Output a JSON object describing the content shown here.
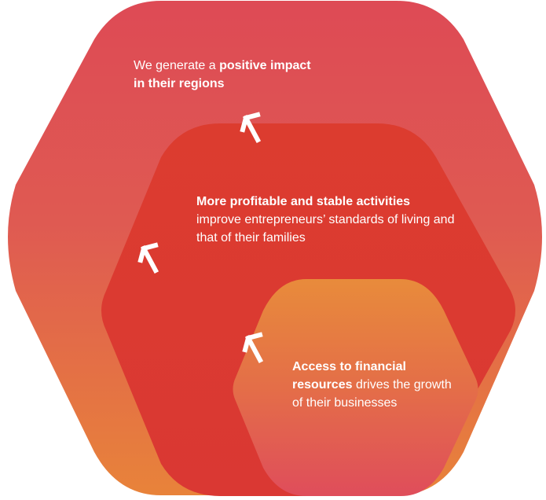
{
  "colors": {
    "outer_top": "#de4a55",
    "outer_bottom": "#e8833a",
    "middle": "#db3a2c",
    "inner_top": "#e88a3c",
    "inner_bottom": "#e0505a",
    "text": "#ffffff",
    "arrow": "#ffffff"
  },
  "icons": [
    "arrow-up-left-icon",
    "arrow-up-left-icon",
    "arrow-up-left-icon"
  ],
  "outer": {
    "text_plain": "We generate a ",
    "text_bold": "positive impact in their regions"
  },
  "middle": {
    "text_bold": "More profitable and stable activities",
    "text_plain": "improve entrepreneurs’ standards of living and that of their families"
  },
  "inner": {
    "text_bold": "Access to financial resources",
    "text_plain": " drives the growth of their businesses"
  }
}
